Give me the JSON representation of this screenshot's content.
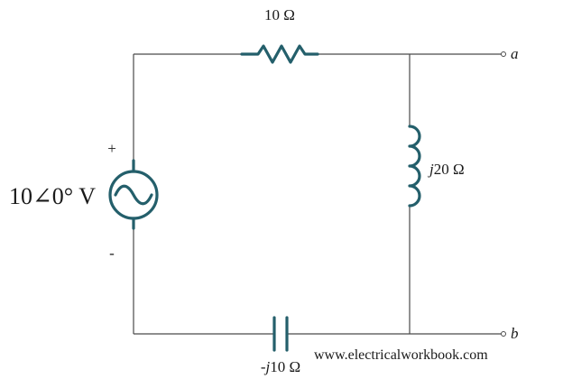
{
  "resistor": {
    "label": "10 Ω"
  },
  "inductor": {
    "j": "j",
    "value": "20 Ω"
  },
  "capacitor": {
    "prefix": "-",
    "j": "j",
    "value": "10 Ω"
  },
  "source": {
    "label": "10∠0° V",
    "plus": "+",
    "minus": "-"
  },
  "terminals": {
    "a": "a",
    "b": "b"
  },
  "watermark": "www.electricalworkbook.com",
  "colors": {
    "component": "#245f6b",
    "wire": "#4a4a4a"
  }
}
